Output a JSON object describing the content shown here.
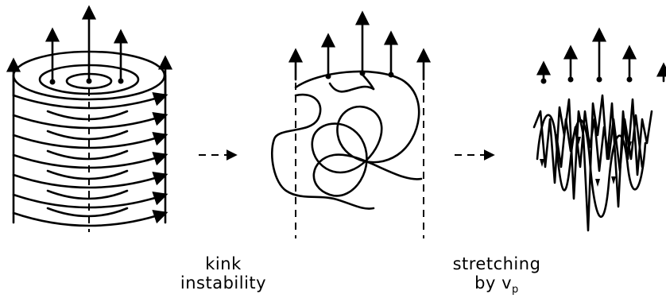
{
  "labels": {
    "kink_line1": "kink",
    "kink_line2": "instability",
    "stretch_line1": "stretching",
    "stretch_line2_prefix": "by v",
    "stretch_line2_subscript": "p"
  }
}
